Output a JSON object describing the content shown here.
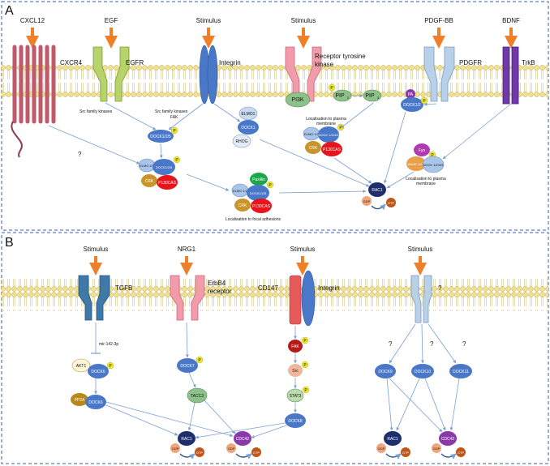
{
  "panelA": {
    "letter": "A",
    "ligands": [
      "CXCL12",
      "EGF",
      "Stimulus",
      "Stimulus",
      "PDGF-BB",
      "BDNF"
    ],
    "receptors": {
      "cxcr4": "CXCR4",
      "egfr": "EGFR",
      "integrin": "Integrin",
      "rtk_line1": "Receptor tyrosine",
      "rtk_line2": "kinase",
      "pdgfr": "PDGFR",
      "trkb": "TrkB"
    },
    "notes": {
      "src1": "Src family kinases",
      "src2_line1": "Src family kinases",
      "src2_line2": "FAK",
      "question": "?",
      "loc_pm_line1": "Localisation to plasma",
      "loc_pm_line2": "membrane",
      "loc_fa": "Localisation to focal adhesions",
      "loc_pm2_line1": "Localisation to plasma",
      "loc_pm2_line2": "membrane"
    },
    "nodes": {
      "pi3k": "PI3K",
      "pip2": "PIP",
      "pip2_sub": "2",
      "pip3": "PIP",
      "pip3_sub": "3",
      "p": "P",
      "dock125_a": "DOCK1/2/5",
      "elmo1": "ELMO1",
      "dock1": "DOCK1",
      "rhog": "RHOG",
      "elmo12_a": "ELMO 1/2",
      "dock125_b": "DOCK1/2/5",
      "crk_a": "CRK",
      "p130_a": "P130CAS",
      "elmo12_b": "ELMO 1/2",
      "dock1234": "DOCK 1/2/4/5",
      "crk_b": "CRK",
      "p130_b": "P130CAS",
      "paxillin": "Paxillin",
      "elmo12_c": "ELMO 1/2",
      "dock125_c": "DOCK1/2/5",
      "crk_c": "CRK",
      "p130_c": "P130CAS",
      "rac1": "RAC1",
      "gdp": "GDP",
      "gtp": "GTP",
      "pa": "PA",
      "dock12": "DOCK1/2",
      "fyn": "Fyn",
      "wave": "WAVE 1/2/3",
      "dock1235": "DOCK 1/2/3/5"
    }
  },
  "panelB": {
    "letter": "B",
    "ligands": [
      "Stimulus",
      "NRG1",
      "Stimulus",
      "Stimulus"
    ],
    "receptors": {
      "tgfb": "TGFB",
      "erbb4_line1": "ErbB4",
      "erbb4_line2": "receptor",
      "cd147": "CD147",
      "integrin": "Integrin",
      "unknown": "?"
    },
    "notes": {
      "mir": "mir-142-3p",
      "q1": "?",
      "q2": "?",
      "q3": "?"
    },
    "nodes": {
      "akt1": "AKT1",
      "dock6_a": "DOCK6",
      "pp2a": "PP2A",
      "dock6_b": "DOCK6",
      "dock7": "DOCK7",
      "tacc3": "TACC3",
      "fak": "FAK",
      "src": "Src",
      "stat3": "STAT3",
      "dock8": "DOCK8",
      "rac1_a": "RAC1",
      "cdc42_a": "CDC42",
      "gdp": "GDP",
      "gtp": "GTP",
      "dock9": "DOCK9",
      "dock10": "DOCK10",
      "dock11": "DOCK11",
      "rac1_b": "RAC1",
      "cdc42_b": "CDC42",
      "p": "P"
    }
  }
}
